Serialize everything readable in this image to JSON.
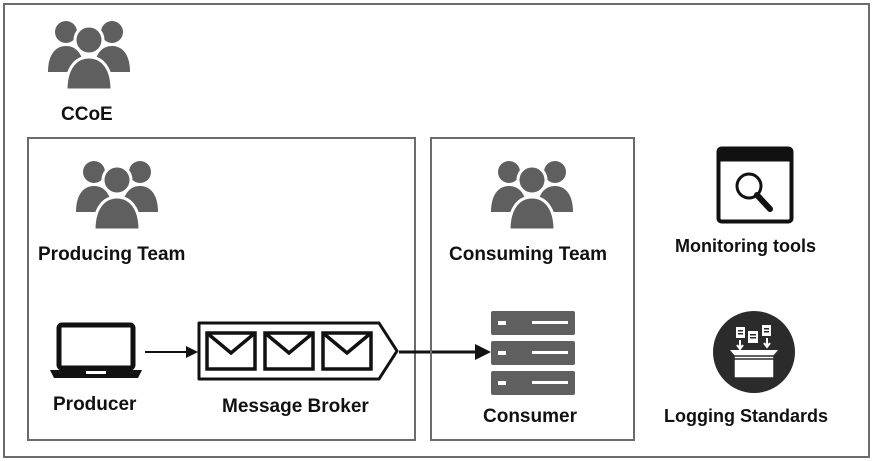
{
  "ccoe": {
    "label": "CCoE",
    "icon": "users-group-icon"
  },
  "producing_team": {
    "label": "Producing Team",
    "icon": "users-group-icon"
  },
  "consuming_team": {
    "label": "Consuming Team",
    "icon": "users-group-icon"
  },
  "producer": {
    "label": "Producer",
    "icon": "laptop-icon"
  },
  "message_broker": {
    "label": "Message Broker",
    "icon": "envelope-queue-icon"
  },
  "consumer": {
    "label": "Consumer",
    "icon": "server-stack-icon"
  },
  "monitoring_tools": {
    "label": "Monitoring tools",
    "icon": "magnifier-window-icon"
  },
  "logging_standards": {
    "label": "Logging Standards",
    "icon": "logging-box-icon"
  },
  "colors": {
    "stroke": "#111111",
    "fill_dark": "#5f5f5f",
    "frame": "#6b6b6b"
  }
}
